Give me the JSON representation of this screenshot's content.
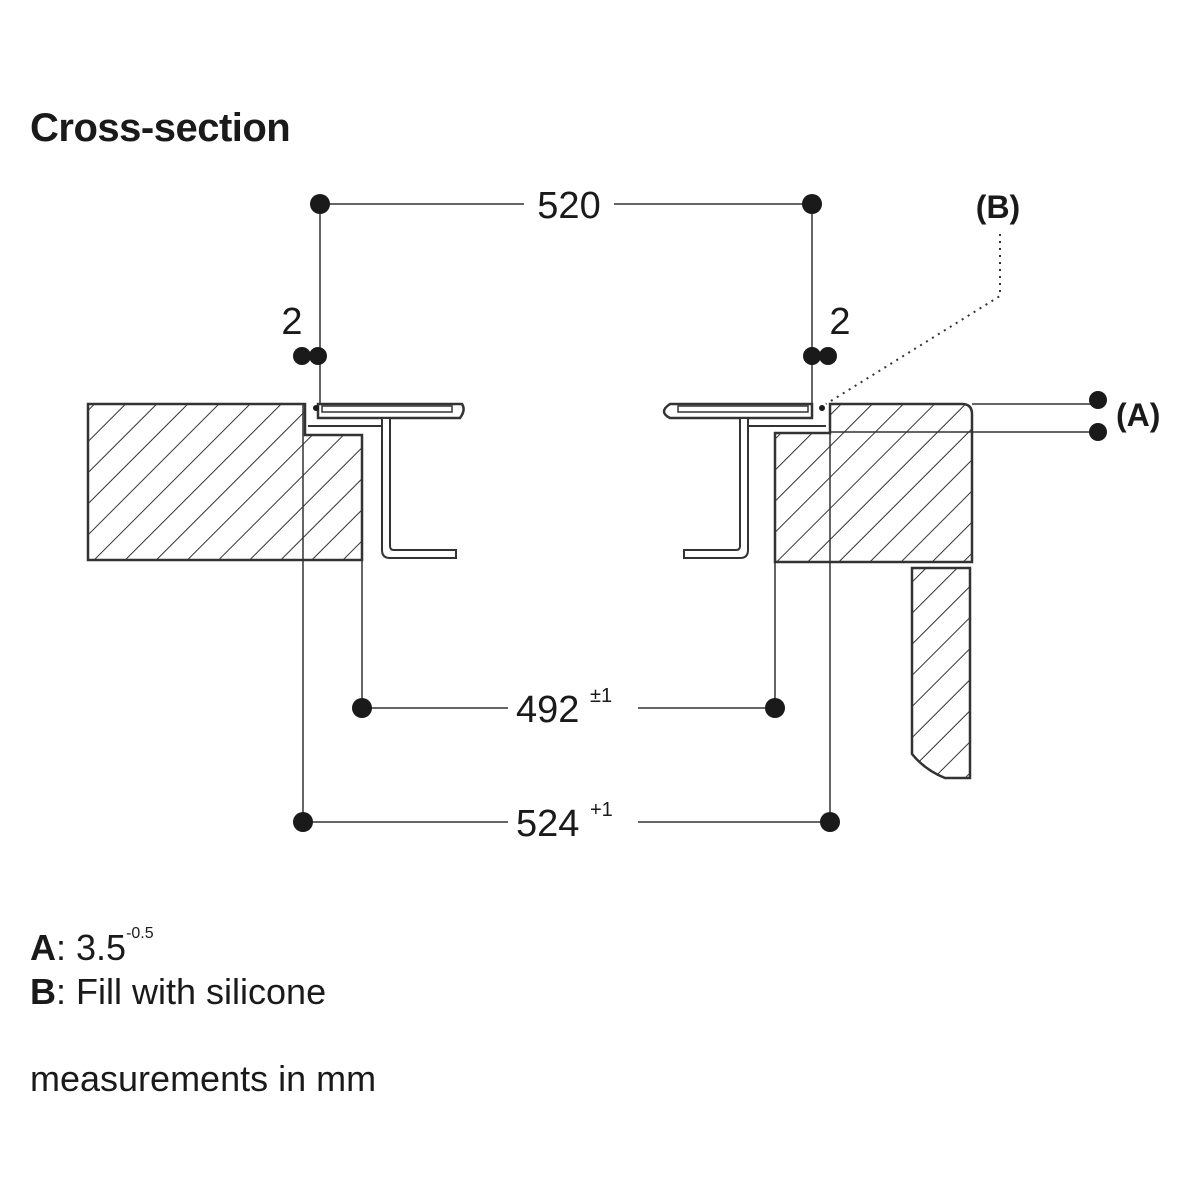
{
  "title": "Cross-section",
  "dimensions": {
    "top_width": "520",
    "gap_left": "2",
    "gap_right": "2",
    "inner_width": "492",
    "inner_tolerance": "±1",
    "outer_width": "524",
    "outer_tolerance": "+1"
  },
  "callouts": {
    "a": "(A)",
    "b": "(B)"
  },
  "legend": [
    {
      "key": "A",
      "separator": ":",
      "text": "3.5",
      "sup": "-0.5"
    },
    {
      "key": "B",
      "separator": ":",
      "text": "Fill with silicone",
      "sup": ""
    }
  ],
  "units_note": "measurements in mm"
}
